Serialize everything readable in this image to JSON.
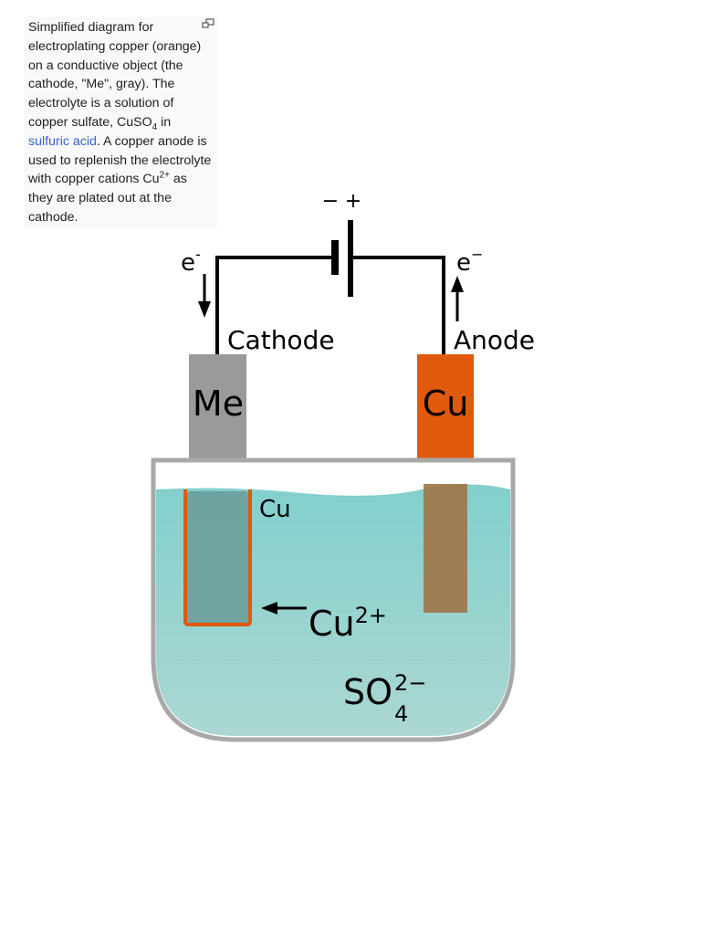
{
  "caption": {
    "text_1": "Simplified diagram for electroplating copper (orange) on a conductive object (the cathode, \"Me\", gray). The electrolyte is a solution of copper sulfate, CuSO",
    "sub_4": "4",
    "text_2": " in ",
    "link_sulfuric_acid": "sulfuric acid",
    "text_3": ". A copper anode is used to replenish the electrolyte with copper cations Cu",
    "sup_2plus": "2+",
    "text_4": " as they are plated out at the cathode."
  },
  "icons": {
    "expand": "expand-icon",
    "arrow_down": "arrow-down-icon",
    "arrow_up": "arrow-up-icon",
    "arrow_left": "arrow-left-icon",
    "battery": "battery-icon"
  },
  "diagram": {
    "battery_minus": "−",
    "battery_plus": "+",
    "electron_left": "e",
    "electron_left_sup": "-",
    "electron_right": "e",
    "electron_right_sup": "−",
    "cathode_label": "Cathode",
    "anode_label": "Anode",
    "cathode_electrode": "Me",
    "anode_electrode": "Cu",
    "plated_copper_label": "Cu",
    "cation_base": "Cu",
    "cation_charge": "2+",
    "sulfate_base": "SO",
    "sulfate_charge": "2−",
    "sulfate_sub": "4"
  },
  "colors": {
    "copper": "#e05a0e",
    "cathode_gray": "#9a9a9a",
    "electrolyte": "#7fcccc",
    "beaker": "#a8a8a8",
    "wire": "#000000",
    "link": "#3366cc"
  }
}
